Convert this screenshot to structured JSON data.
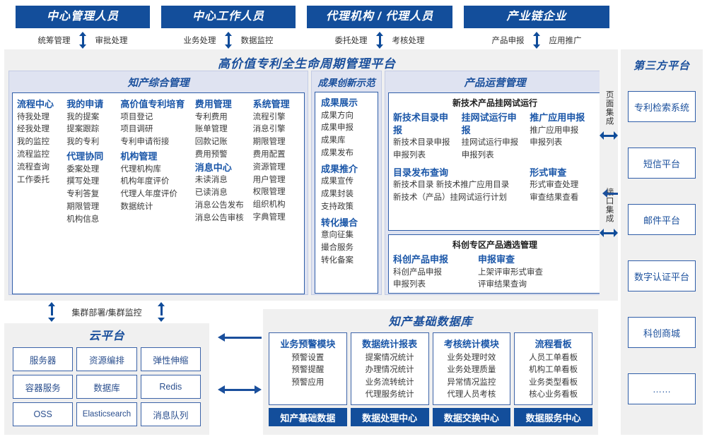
{
  "roles": [
    {
      "title": "中心管理人员",
      "left": "左",
      "flows": [
        "统筹管理",
        "审批处理"
      ]
    },
    {
      "title": "中心工作人员",
      "flows": [
        "业务处理",
        "数据监控"
      ]
    },
    {
      "title": "代理机构 / 代理人员",
      "flows": [
        "委托处理",
        "考核处理"
      ]
    },
    {
      "title": "产业链企业",
      "flows": [
        "产品申报",
        "应用推广"
      ]
    }
  ],
  "platform": {
    "title": "高价值专利全生命周期管理平台",
    "panels": {
      "zhichan": {
        "title": "知产综合管理",
        "columns": [
          {
            "groups": [
              {
                "head": "流程中心",
                "items": [
                  "待我处理",
                  "经我处理",
                  "我的监控",
                  "流程监控",
                  "流程查询",
                  "工作委托"
                ]
              }
            ]
          },
          {
            "groups": [
              {
                "head": "我的申请",
                "items": [
                  "我的提案",
                  "提案跟踪",
                  "我的专利"
                ]
              },
              {
                "head": "代理协同",
                "items": [
                  "委案处理",
                  "撰写处理",
                  "专利答复",
                  "期限管理",
                  "机构信息"
                ]
              }
            ]
          },
          {
            "groups": [
              {
                "head": "高价值专利培育",
                "items": [
                  "项目登记",
                  "项目调研",
                  "专利申请衔接"
                ]
              },
              {
                "head": "机构管理",
                "items": [
                  "代理机构库",
                  "机构年度评价",
                  "代理人年度评价",
                  "数据统计"
                ]
              }
            ]
          },
          {
            "groups": [
              {
                "head": "费用管理",
                "items": [
                  "专利费用",
                  "账单管理",
                  "回款记账",
                  "费用预警"
                ]
              },
              {
                "head": "消息中心",
                "items": [
                  "未读消息",
                  "已读消息",
                  "消息公告发布",
                  "消息公告审核"
                ]
              }
            ]
          },
          {
            "groups": [
              {
                "head": "系统管理",
                "items": [
                  "流程引擎",
                  "消息引擎",
                  "期限管理",
                  "费用配置",
                  "资源管理",
                  "用户管理",
                  "权限管理",
                  "组织机构",
                  "字典管理"
                ]
              }
            ]
          }
        ]
      },
      "chengguo": {
        "title": "成果创新示范",
        "groups": [
          {
            "head": "成果展示",
            "items": [
              "成果方向",
              "成果申报",
              "成果库",
              "成果发布"
            ]
          },
          {
            "head": "成果推介",
            "items": [
              "成果宣传",
              "成果封装",
              "支持政策"
            ]
          },
          {
            "head": "转化撮合",
            "items": [
              "意向征集",
              "撮合服务",
              "转化备案"
            ]
          }
        ]
      },
      "chanpin": {
        "title": "产品运营管理",
        "boxes": [
          {
            "title": "新技术产品挂网试运行",
            "rows": [
              {
                "cols": [
                  {
                    "head": "新技术目录申报",
                    "items": [
                      "新技术目录申报",
                      "申报列表"
                    ]
                  },
                  {
                    "head": "挂网试运行申报",
                    "items": [
                      "挂网试运行申报",
                      "申报列表"
                    ]
                  },
                  {
                    "head": "推广应用申报",
                    "items": [
                      "推广应用申报",
                      "申报列表"
                    ]
                  }
                ]
              },
              {
                "cols": [
                  {
                    "head": "目录发布查询",
                    "items": [
                      "新技术目录    新技术推广应用目录",
                      "新技术（产品）挂网试运行计划"
                    ]
                  },
                  {
                    "head": "形式审查",
                    "items": [
                      "形式审查处理",
                      "审查结果查看"
                    ]
                  }
                ]
              }
            ]
          },
          {
            "title": "科创专区产品遴选管理",
            "rows": [
              {
                "cols": [
                  {
                    "head": "科创产品申报",
                    "items": [
                      "科创产品申报",
                      "申报列表"
                    ]
                  },
                  {
                    "head": "申报审查",
                    "items": [
                      "上架评审形式审查",
                      "评审结果查询"
                    ]
                  }
                ]
              }
            ]
          }
        ]
      }
    }
  },
  "integration": {
    "page": "页面集成",
    "api": "接口集成"
  },
  "third_party": {
    "title": "第三方平台",
    "items": [
      "专利检索系统",
      "短信平台",
      "邮件平台",
      "数字认证平台",
      "科创商城",
      "……"
    ]
  },
  "cluster": {
    "label": "集群部署/集群监控"
  },
  "cloud": {
    "title": "云平台",
    "cells": [
      "服务器",
      "资源编排",
      "弹性伸缩",
      "容器服务",
      "数据库",
      "Redis",
      "OSS",
      "Elasticsearch",
      "消息队列"
    ]
  },
  "knowledge_db": {
    "title": "知产基础数据库",
    "cards": [
      {
        "head": "业务预警模块",
        "items": [
          "预警设置",
          "预警提醒",
          "预警应用"
        ],
        "foot": "知产基础数据"
      },
      {
        "head": "数据统计报表",
        "items": [
          "提案情况统计",
          "办理情况统计",
          "业务流转统计",
          "代理服务统计"
        ],
        "foot": "数据处理中心"
      },
      {
        "head": "考核统计模块",
        "items": [
          "业务处理时效",
          "业务处理质量",
          "异常情况监控",
          "代理人员考核"
        ],
        "foot": "数据交换中心"
      },
      {
        "head": "流程看板",
        "items": [
          "人员工单看板",
          "机构工单看板",
          "业务类型看板",
          "核心业务看板"
        ],
        "foot": "数据服务中心"
      }
    ]
  },
  "colors": {
    "brand_dark": "#134E9B",
    "brand_text": "#1A4F9C",
    "panel_header_bg": "#DFE3F1",
    "surface": "#F0F0F0",
    "border_blue": "#2F5DA8"
  }
}
